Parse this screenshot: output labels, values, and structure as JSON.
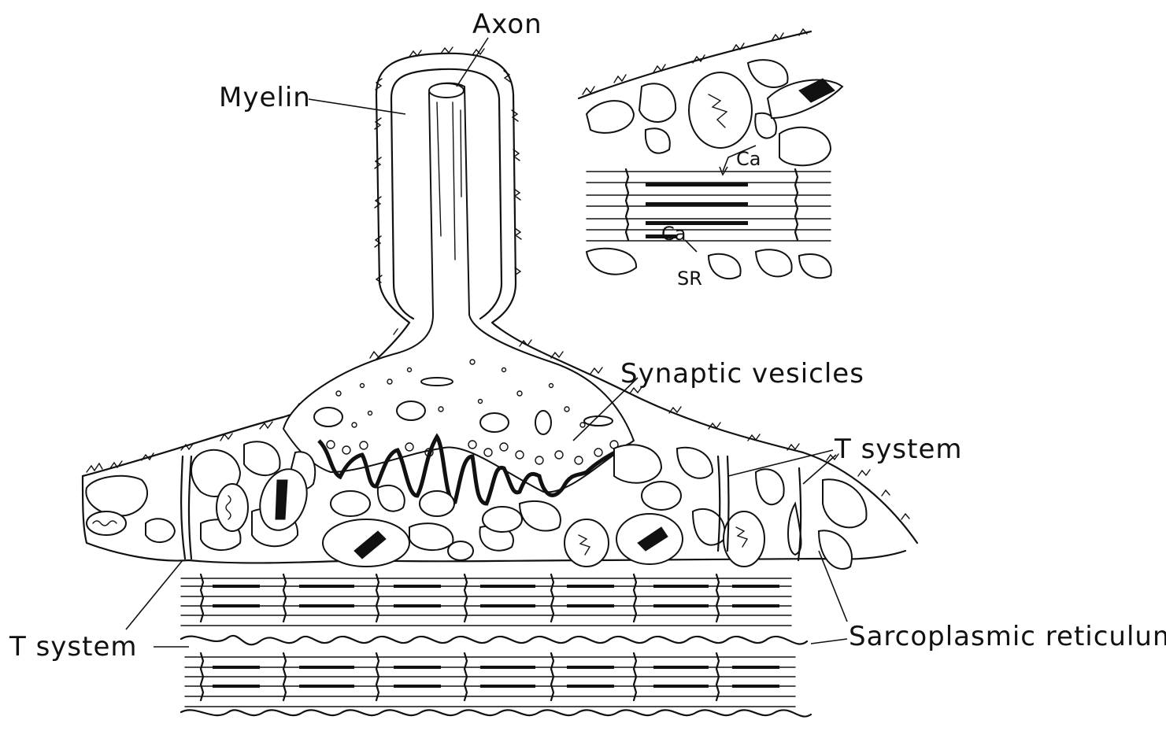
{
  "labels": {
    "axon": "Axon",
    "myelin": "Myelin",
    "synaptic_vesicles": "Synaptic vesicles",
    "t_system_right": "T system",
    "t_system_left": "T system",
    "sarcoplasmic_reticulum": "Sarcoplasmic reticulum"
  },
  "inset_labels": {
    "ca_top": "Ca",
    "ca_bottom": "Ca",
    "sr": "SR"
  }
}
